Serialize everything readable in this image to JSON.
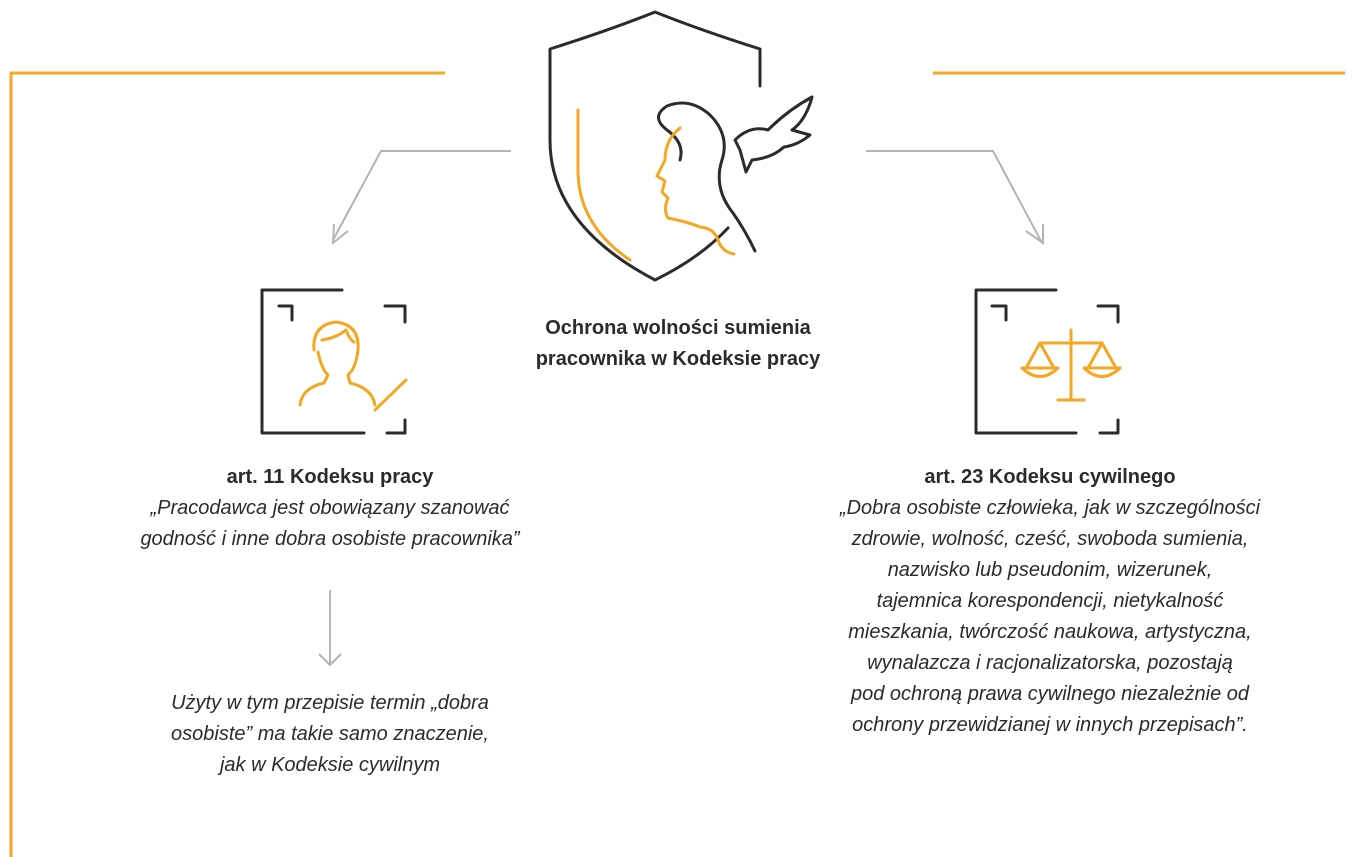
{
  "title_lines": [
    "Ochrona wolności sumienia",
    "pracownika w Kodeksie pracy"
  ],
  "left": {
    "heading": "art. 11 Kodeksu pracy",
    "quote_lines": [
      "„Pracodawca jest obowiązany szanować",
      "godność i inne dobra osobiste pracownika”"
    ],
    "note_lines": [
      "Użyty w tym przepisie termin „dobra",
      "osobiste” ma takie samo znaczenie,",
      "jak w Kodeksie cywilnym"
    ]
  },
  "right": {
    "heading": "art. 23 Kodeksu cywilnego",
    "quote_lines": [
      "„Dobra osobiste człowieka, jak w szczególności",
      "zdrowie, wolność, cześć, swoboda sumienia,",
      "nazwisko lub pseudonim, wizerunek,",
      "tajemnica korespondencji, nietykalność",
      "mieszkania, twórczość naukowa, artystyczna,",
      "wynalazcza i racjonalizatorska, pozostają",
      "pod ochroną prawa cywilnego niezależnie od",
      "ochrony przewidzianej w innych przepisach”."
    ]
  },
  "colors": {
    "accent": "#f5a623",
    "ink": "#2b2b2b",
    "connector": "#b3b3b3"
  },
  "icons": [
    "shield-profile-dove-icon",
    "person-document-icon",
    "scales-document-icon"
  ]
}
